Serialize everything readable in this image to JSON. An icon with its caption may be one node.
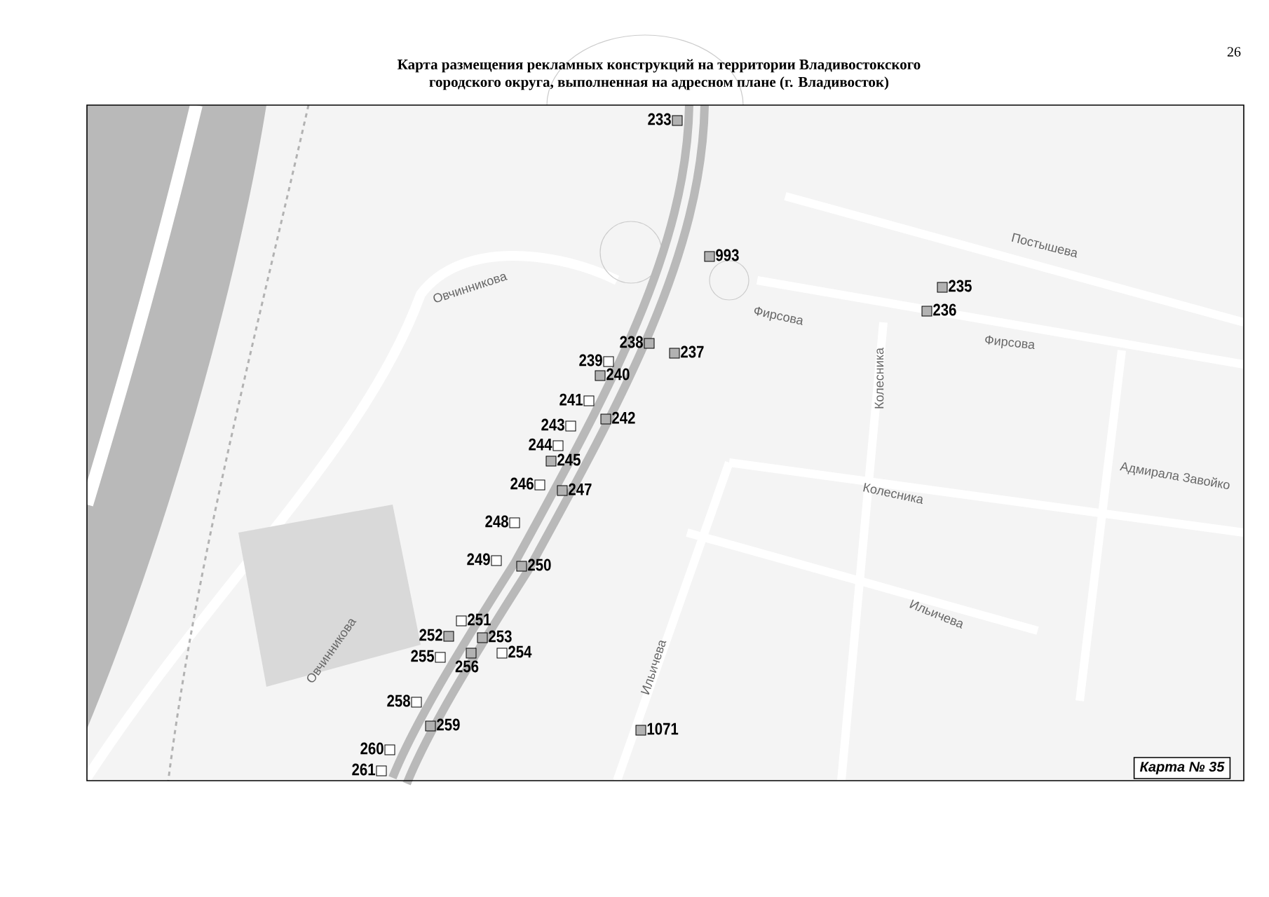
{
  "diagram": {
    "title": "Карта размещения рекламных конструкций на территории Владивостокского городского округа, выполненная на адресном плане (г. Владивосток)",
    "labels": [
      "26",
      "233",
      "993",
      "235",
      "236",
      "238",
      "237",
      "239",
      "240",
      "241",
      "242",
      "243",
      "244",
      "245",
      "246",
      "247",
      "248",
      "249",
      "250",
      "251",
      "252",
      "253",
      "255",
      "254",
      "256",
      "258",
      "259",
      "1071",
      "260",
      "261",
      "Овчинникова",
      "Фирсова",
      "Постышева",
      "Фирсова",
      "Колесника",
      "Колесника",
      "Адмирала Завойко",
      "Ильичева",
      "Овчинникова",
      "Ильичева",
      "Карта № 35"
    ]
  }
}
